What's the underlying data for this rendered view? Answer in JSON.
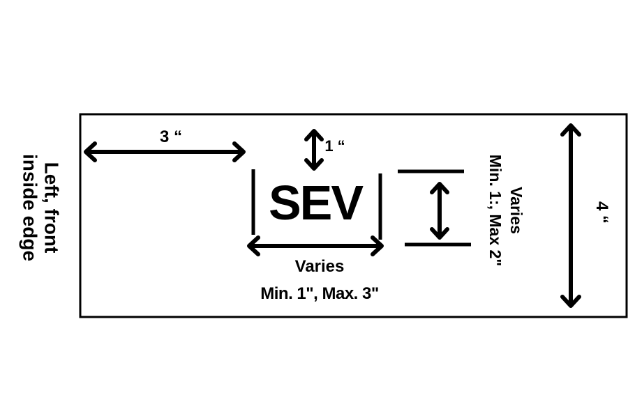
{
  "diagram": {
    "title_note": {
      "line1": "Left, front",
      "line2": "inside edge"
    },
    "offset_left": {
      "label": "3 “"
    },
    "offset_top": {
      "label": "1 “"
    },
    "lettering": {
      "text": "SEV"
    },
    "letter_width": {
      "label": "Varies",
      "range": "Min. 1\", Max. 3\""
    },
    "letter_height": {
      "label": "Varies",
      "range": "Min. 1:, Max 2\""
    },
    "panel_height": {
      "label": "4 “"
    },
    "colors": {
      "stroke": "#000000",
      "background": "#ffffff"
    }
  }
}
